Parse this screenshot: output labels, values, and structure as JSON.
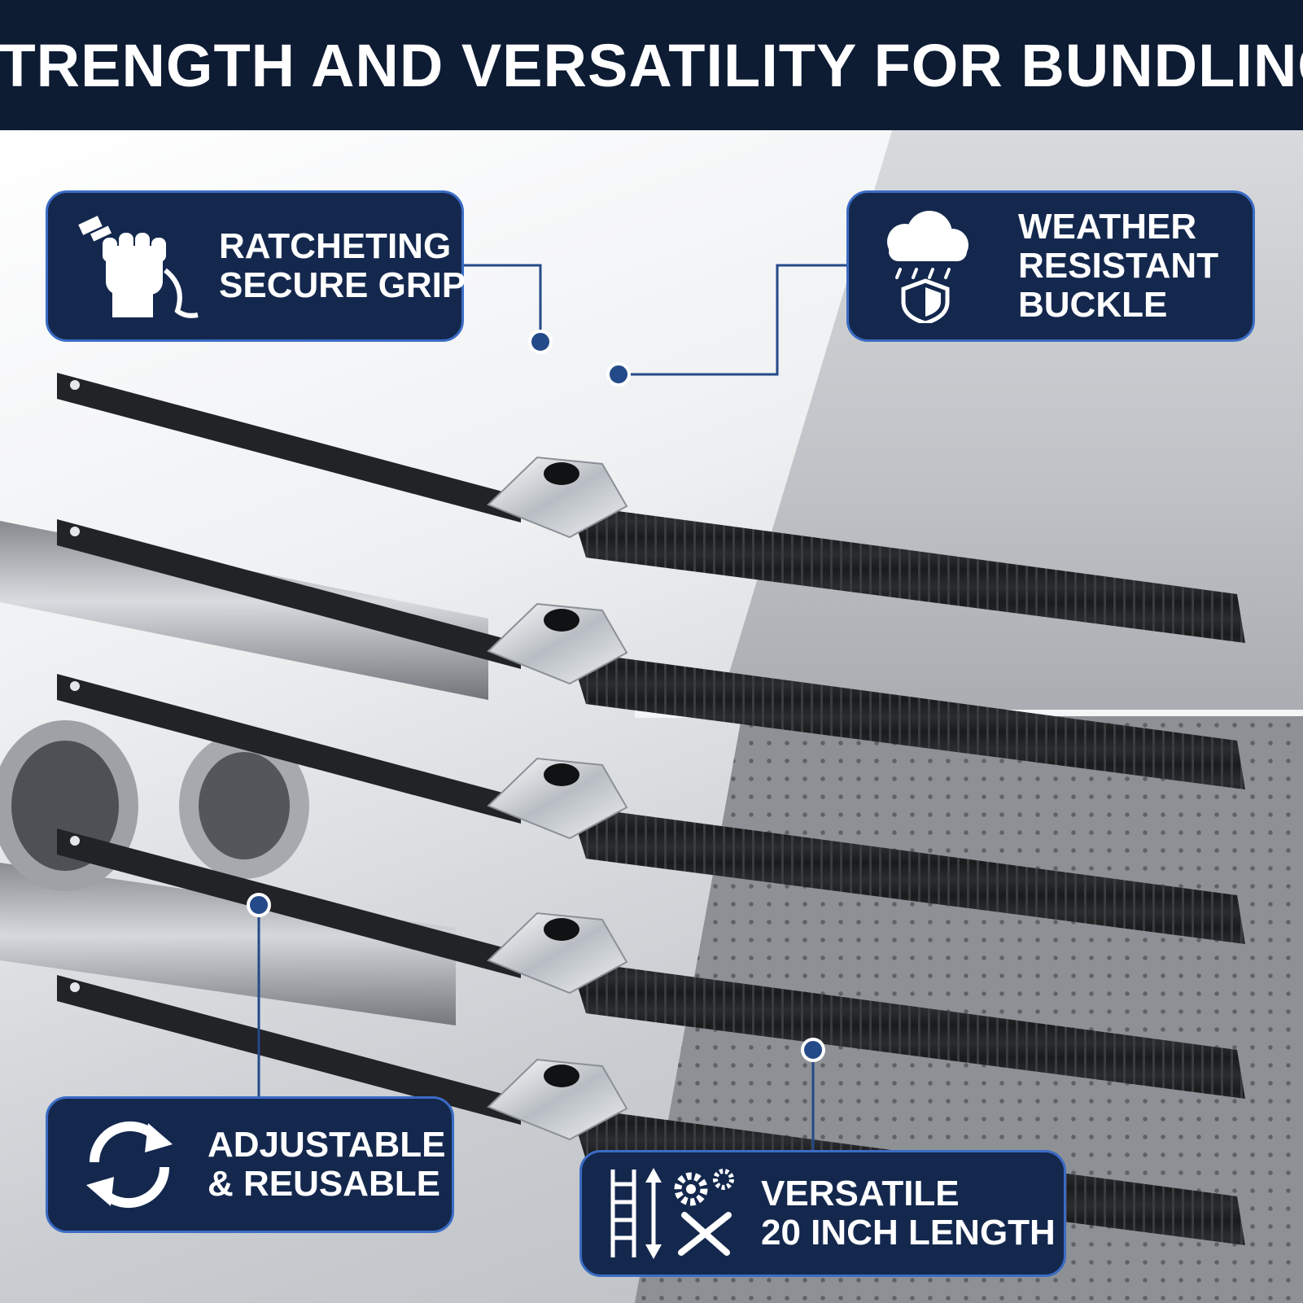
{
  "header": {
    "title": "STRENGTH AND VERSATILITY FOR BUNDLING"
  },
  "callouts": {
    "grip": {
      "line1": "RATCHETING",
      "line2": "SECURE GRIP",
      "icon": "fist-icon"
    },
    "weather": {
      "line1": "WEATHER",
      "line2": "RESISTANT",
      "line3": "BUCKLE",
      "icon": "rain-cloud-shield-icon"
    },
    "reuse": {
      "line1": "ADJUSTABLE",
      "line2": "& REUSABLE",
      "icon": "refresh-arrows-icon"
    },
    "length": {
      "line1": "VERSATILE",
      "line2": "20 INCH LENGTH",
      "icon": "ladder-arrows-gears-tools-icon"
    }
  },
  "colors": {
    "header_bg": "#0d1b33",
    "callout_bg": "#14284e",
    "callout_border": "#3a6cc4",
    "strap": "#1f2023",
    "buckle": "#d9dde2"
  },
  "straps_count_shown": 5
}
